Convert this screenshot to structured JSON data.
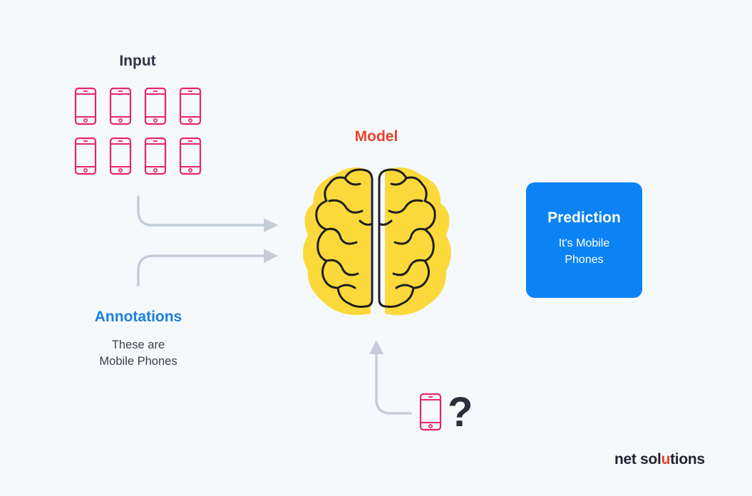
{
  "input": {
    "title": "Input"
  },
  "model": {
    "title": "Model"
  },
  "annotations": {
    "title": "Annotations",
    "line1": "These are",
    "line2": "Mobile Phones"
  },
  "prediction": {
    "title": "Prediction",
    "text": "It's Mobile Phones"
  },
  "query": {
    "symbol": "?"
  },
  "logo": {
    "part1": "net sol",
    "part2": "u",
    "part3": "tions"
  },
  "colors": {
    "phone": "#e8246e",
    "arrow": "#c4cdd8",
    "brain_fill": "#fbd93b",
    "brain_outline": "#1f1f1f",
    "prediction_bg": "#0c83f4",
    "model_title": "#e8432d",
    "annotations_title": "#1a7fe0"
  },
  "icons": [
    "phone-icon",
    "brain-icon",
    "arrow-icon",
    "question-mark-icon"
  ]
}
